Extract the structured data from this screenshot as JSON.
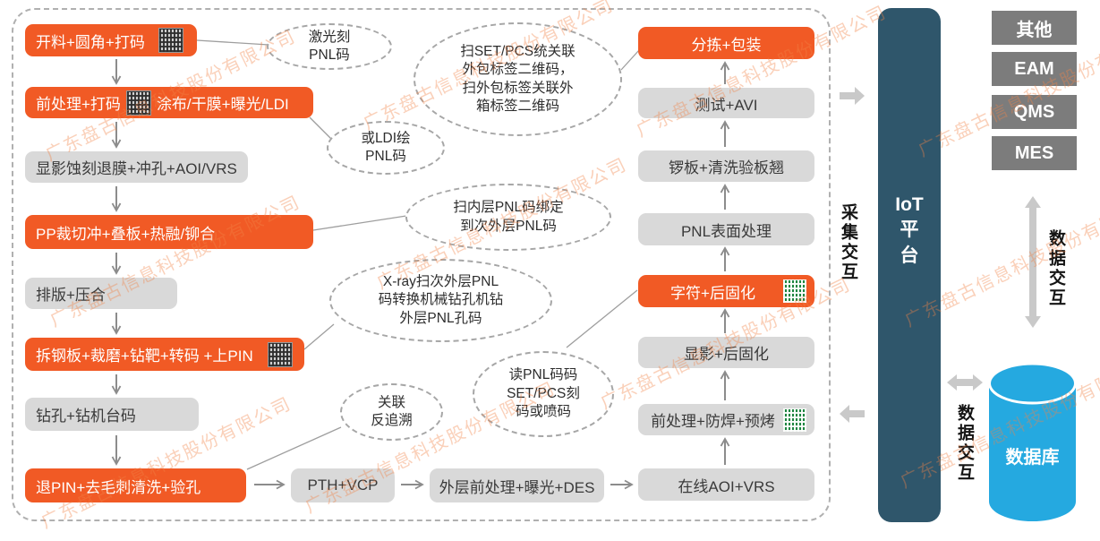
{
  "watermark": {
    "text": "广东盘古信息科技股份有限公司"
  },
  "process": {
    "left": [
      {
        "label": "开料+圆角+打码",
        "qr": "datamatrix-gray"
      },
      {
        "label_left": "前处理+打码",
        "label_right": "涂布/干膜+曝光/LDI",
        "qr": "datamatrix-gray"
      },
      {
        "label": "显影蚀刻退膜+冲孔+AOI/VRS"
      },
      {
        "label": "PP裁切冲+叠板+热融/铆合"
      },
      {
        "label": "排版+压合"
      },
      {
        "label": "拆钢板+裁磨+钻靶+转码 +上PIN",
        "qr": "datamatrix-gray"
      },
      {
        "label": "钻孔+钻机台码"
      },
      {
        "label": "退PIN+去毛刺清洗+验孔"
      }
    ],
    "bottom": [
      {
        "label": "PTH+VCP"
      },
      {
        "label": "外层前处理+曝光+DES"
      }
    ],
    "right": [
      {
        "label": "分拣+包装"
      },
      {
        "label": "测试+AVI"
      },
      {
        "label": "锣板+清洗验板翘"
      },
      {
        "label": "PNL表面处理"
      },
      {
        "label": "字符+后固化",
        "qr": "qrcode-green"
      },
      {
        "label": "显影+后固化"
      },
      {
        "label": "前处理+防焊+预烤",
        "qr": "qrcode-green"
      },
      {
        "label": "在线AOI+VRS"
      }
    ],
    "annotations": [
      {
        "text": "激光刻\nPNL码"
      },
      {
        "text": "扫SET/PCS统关联\n外包标签二维码，\n扫外包标签关联外\n箱标签二维码"
      },
      {
        "text": "或LDI绘\nPNL码"
      },
      {
        "text": "扫内层PNL码绑定\n到次外层PNL码"
      },
      {
        "text": "X-ray扫次外层PNL\n码转换机械钻孔机钻\n外层PNL孔码"
      },
      {
        "text": "关联\n反追溯"
      },
      {
        "text": "读PNL码码\nSET/PCS刻\n码或喷码"
      }
    ]
  },
  "platform": {
    "iot_line1": "IoT",
    "iot_line2": "平",
    "iot_line3": "台",
    "collect_label": "采集交互",
    "exchange_label_top": "数据交互",
    "exchange_label_db": "数据交互"
  },
  "systems": [
    {
      "label": "其他"
    },
    {
      "label": "EAM"
    },
    {
      "label": "QMS"
    },
    {
      "label": "MES"
    }
  ],
  "database": {
    "label": "数据库"
  },
  "colors": {
    "accent_orange": "#F15A25",
    "step_gray": "#D9D9D9",
    "system_gray": "#7C7C7C",
    "iot_teal": "#2F566B",
    "database_blue": "#25A9E0",
    "arrow_gray": "#8C8C8C",
    "block_arrow_gray": "#C9C9C9"
  }
}
